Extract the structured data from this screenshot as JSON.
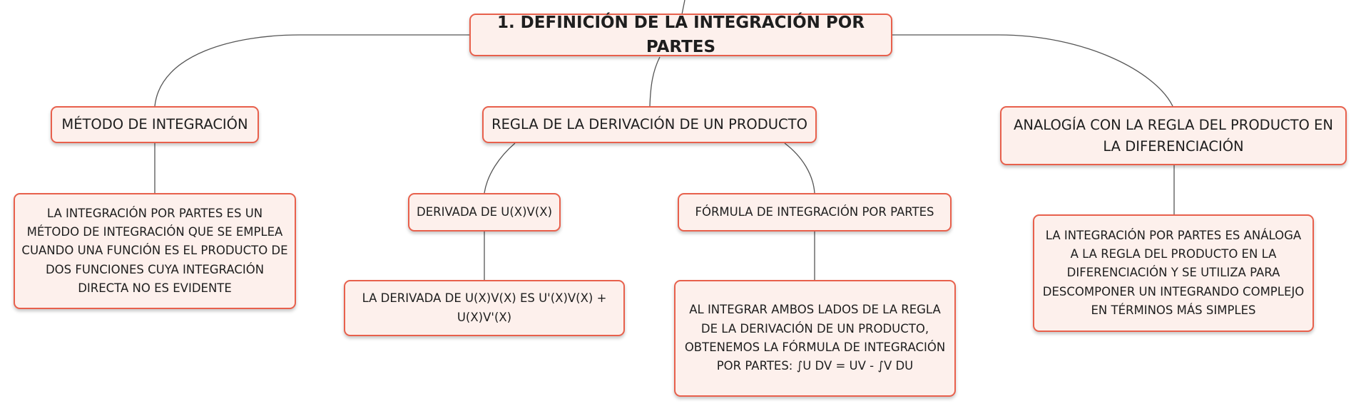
{
  "root": {
    "label": "1. DEFINICIÓN DE LA INTEGRACIÓN POR PARTES"
  },
  "metodo": {
    "label": "MÉTODO DE INTEGRACIÓN",
    "description": "LA INTEGRACIÓN POR PARTES ES UN MÉTODO DE INTEGRACIÓN QUE SE EMPLEA CUANDO UNA FUNCIÓN ES EL PRODUCTO DE DOS FUNCIONES CUYA INTEGRACIÓN DIRECTA NO ES EVIDENTE"
  },
  "regla": {
    "label": "REGLA DE LA DERIVACIÓN DE UN PRODUCTO",
    "derivada": {
      "label": "DERIVADA DE U(X)V(X)",
      "description": "LA DERIVADA DE U(X)V(X) ES U'(X)V(X) + U(X)V'(X)"
    },
    "formula": {
      "label": "FÓRMULA DE INTEGRACIÓN POR PARTES",
      "description": "AL INTEGRAR AMBOS LADOS DE LA REGLA DE LA DERIVACIÓN DE UN PRODUCTO, OBTENEMOS LA FÓRMULA DE INTEGRACIÓN POR PARTES: ∫U DV = UV - ∫V DU"
    }
  },
  "analogia": {
    "label": "ANALOGÍA CON LA REGLA DEL PRODUCTO EN LA DIFERENCIACIÓN",
    "description": "LA INTEGRACIÓN POR PARTES ES ANÁLOGA A LA REGLA DEL PRODUCTO EN LA DIFERENCIACIÓN Y SE UTILIZA PARA DESCOMPONER UN INTEGRANDO COMPLEJO EN TÉRMINOS MÁS SIMPLES"
  },
  "colors": {
    "border": "#e8604c",
    "fill": "#fdf0ec",
    "connector": "#555555"
  }
}
